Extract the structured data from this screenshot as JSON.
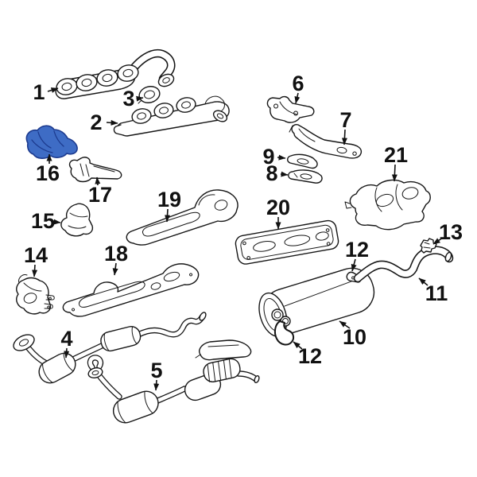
{
  "diagram": {
    "title_semantic": "exhaust-system-parts-diagram",
    "background": "#ffffff",
    "line_color": "#161616",
    "label_color": "#111111",
    "highlight": {
      "callout": "16",
      "fill": "#3E6CC5",
      "stroke": "#1C3A8E"
    }
  },
  "callouts": {
    "c1": {
      "label": "1"
    },
    "c2": {
      "label": "2"
    },
    "c3": {
      "label": "3"
    },
    "c4": {
      "label": "4"
    },
    "c5": {
      "label": "5"
    },
    "c6": {
      "label": "6"
    },
    "c7": {
      "label": "7"
    },
    "c8": {
      "label": "8"
    },
    "c9": {
      "label": "9"
    },
    "c10": {
      "label": "10"
    },
    "c11": {
      "label": "11"
    },
    "c12a": {
      "label": "12"
    },
    "c12b": {
      "label": "12"
    },
    "c13": {
      "label": "13"
    },
    "c14": {
      "label": "14"
    },
    "c15": {
      "label": "15"
    },
    "c16": {
      "label": "16"
    },
    "c17": {
      "label": "17"
    },
    "c18": {
      "label": "18"
    },
    "c19": {
      "label": "19"
    },
    "c20": {
      "label": "20"
    },
    "c21": {
      "label": "21"
    }
  },
  "parts": [
    {
      "callout": "1",
      "icon": "exhaust-manifold-upper-icon"
    },
    {
      "callout": "2",
      "icon": "exhaust-manifold-lower-icon"
    },
    {
      "callout": "3",
      "icon": "exhaust-flange-gasket-icon"
    },
    {
      "callout": "4",
      "icon": "front-pipe-catalytic-converter-icon"
    },
    {
      "callout": "5",
      "icon": "front-pipe-catalytic-converter-icon"
    },
    {
      "callout": "6",
      "icon": "support-bracket-icon"
    },
    {
      "callout": "7",
      "icon": "support-bracket-icon"
    },
    {
      "callout": "8",
      "icon": "mounting-plate-icon"
    },
    {
      "callout": "9",
      "icon": "mounting-plate-icon"
    },
    {
      "callout": "10",
      "icon": "muffler-icon"
    },
    {
      "callout": "11",
      "icon": "tailpipe-icon"
    },
    {
      "callout": "12",
      "icon": "exhaust-hanger-icon"
    },
    {
      "callout": "13",
      "icon": "pipe-clamp-icon"
    },
    {
      "callout": "14",
      "icon": "heat-shield-icon"
    },
    {
      "callout": "15",
      "icon": "heat-shield-icon"
    },
    {
      "callout": "16",
      "icon": "heat-shield-highlighted-icon"
    },
    {
      "callout": "17",
      "icon": "heat-shield-icon"
    },
    {
      "callout": "18",
      "icon": "floor-heat-shield-icon"
    },
    {
      "callout": "19",
      "icon": "floor-heat-shield-icon"
    },
    {
      "callout": "20",
      "icon": "floor-heat-shield-icon"
    },
    {
      "callout": "21",
      "icon": "heat-shield-icon"
    }
  ]
}
